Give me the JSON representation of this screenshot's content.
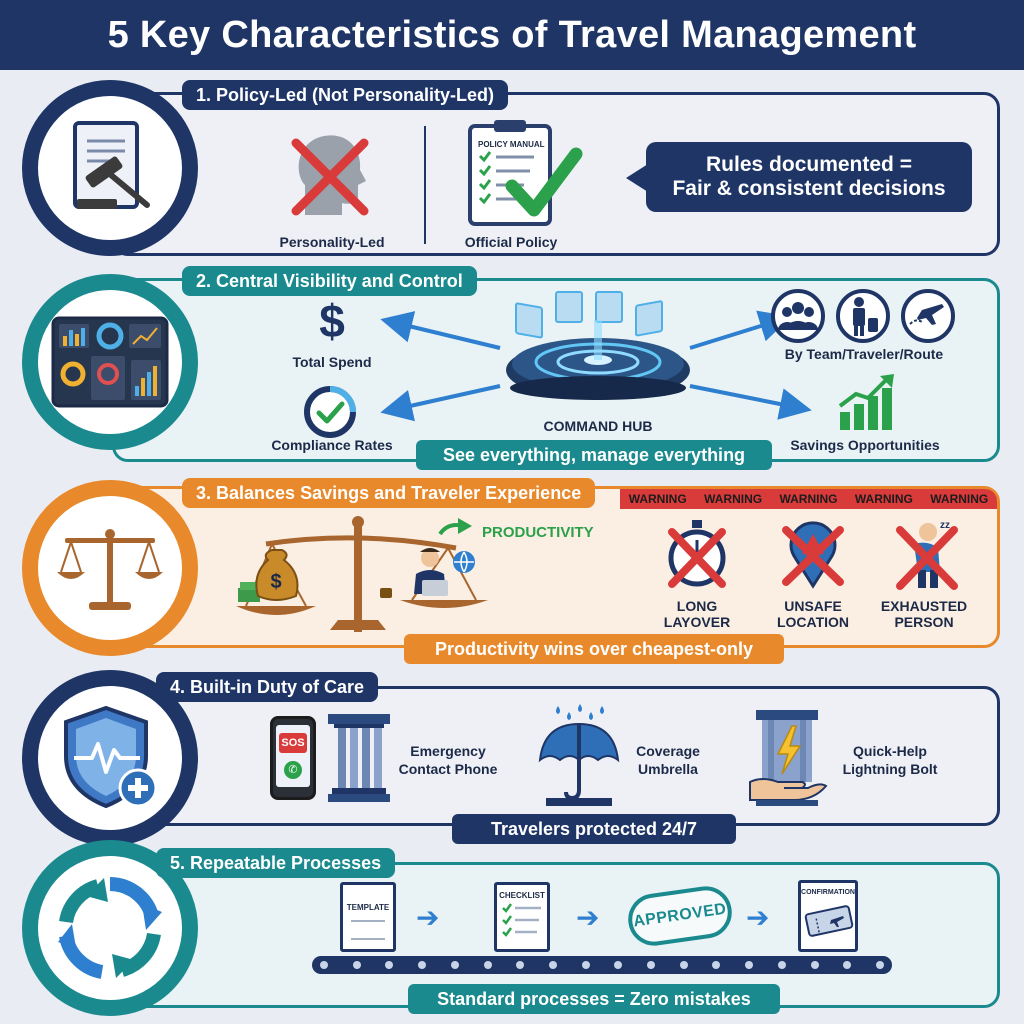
{
  "header": {
    "title": "5 Key Characteristics of Travel Management"
  },
  "colors": {
    "navy": "#1e3566",
    "teal": "#1b8a8e",
    "orange": "#e8892b",
    "red": "#d93a3a",
    "green": "#2aa14a"
  },
  "section1": {
    "tab": "1. Policy-Led (Not Personality-Led)",
    "left_label": "Personality-Led",
    "right_label": "Official Policy",
    "manual_label": "POLICY MANUAL",
    "callout_line1": "Rules documented =",
    "callout_line2": "Fair & consistent decisions"
  },
  "section2": {
    "tab": "2. Central Visibility and Control",
    "total_spend": "Total Spend",
    "compliance": "Compliance Rates",
    "hub": "COMMAND HUB",
    "by_team": "By Team/Traveler/Route",
    "savings": "Savings Opportunities",
    "banner": "See everything, manage everything"
  },
  "section3": {
    "tab": "3. Balances Savings and Traveler Experience",
    "warnings": [
      "WARNING",
      "WARNING",
      "WARNING",
      "WARNING",
      "WARNING"
    ],
    "productivity": "PRODUCTIVITY",
    "items": [
      {
        "line1": "LONG",
        "line2": "LAYOVER"
      },
      {
        "line1": "UNSAFE",
        "line2": "LOCATION"
      },
      {
        "line1": "EXHAUSTED",
        "line2": "PERSON"
      }
    ],
    "banner": "Productivity wins over cheapest-only"
  },
  "section4": {
    "tab": "4. Built-in Duty of Care",
    "sos": "SOS",
    "items": [
      {
        "line1": "Emergency",
        "line2": "Contact Phone"
      },
      {
        "line1": "Coverage",
        "line2": "Umbrella"
      },
      {
        "line1": "Quick-Help",
        "line2": "Lightning Bolt"
      }
    ],
    "banner": "Travelers protected 24/7"
  },
  "section5": {
    "tab": "5. Repeatable Processes",
    "doc_template": "TEMPLATE",
    "doc_checklist": "CHECKLIST",
    "stamp": "APPROVED",
    "doc_confirmation": "CONFIRMATION",
    "banner": "Standard processes = Zero mistakes"
  }
}
